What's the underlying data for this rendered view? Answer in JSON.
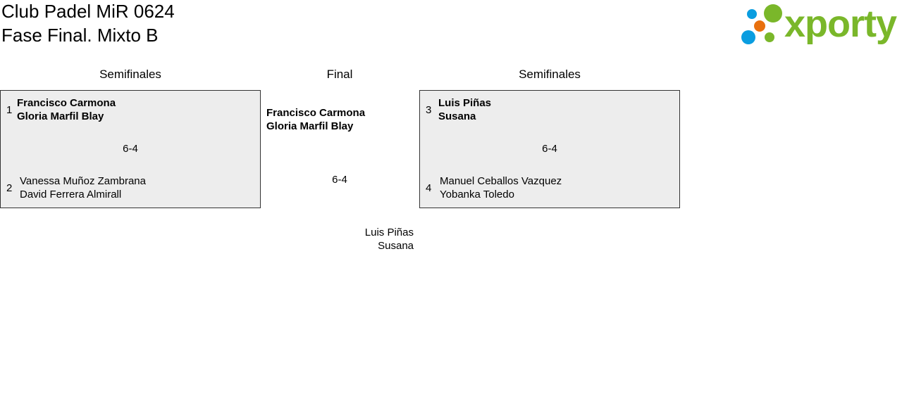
{
  "header": {
    "title": "Club Padel MiR 0624",
    "subtitle": "Fase Final. Mixto B",
    "logo_text": "xporty"
  },
  "colors": {
    "brand_green": "#7ab72a",
    "brand_blue": "#0a9de0",
    "brand_orange": "#e8700e"
  },
  "columns": [
    "Semifinales",
    "Final",
    "Semifinales"
  ],
  "semis": [
    {
      "top": {
        "seed": "1",
        "p1": "Francisco Carmona",
        "p2": "Gloria Marfil Blay"
      },
      "score": "6-4",
      "bottom": {
        "seed": "2",
        "p1": "Vanessa Muñoz Zambrana",
        "p2": "David Ferrera Almirall"
      }
    },
    {
      "top": {
        "seed": "3",
        "p1": "Luis Piñas",
        "p2": "Susana"
      },
      "score": "6-4",
      "bottom": {
        "seed": "4",
        "p1": "Manuel Ceballos Vazquez",
        "p2": "Yobanka Toledo"
      }
    }
  ],
  "final": {
    "winner": {
      "p1": "Francisco Carmona",
      "p2": "Gloria Marfil Blay"
    },
    "score": "6-4",
    "runner_up": {
      "p1": "Luis Piñas",
      "p2": "Susana"
    }
  }
}
